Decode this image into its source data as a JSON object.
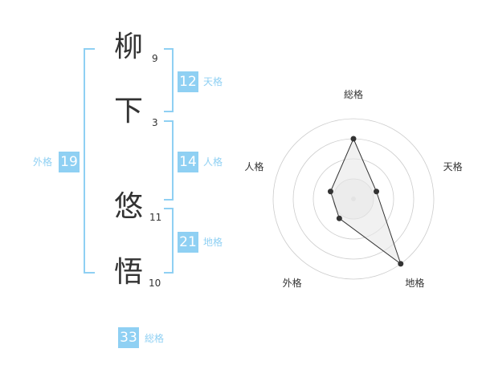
{
  "name": {
    "characters": [
      {
        "char": "柳",
        "strokes": "9"
      },
      {
        "char": "下",
        "strokes": "3"
      },
      {
        "char": "悠",
        "strokes": "11"
      },
      {
        "char": "悟",
        "strokes": "10"
      }
    ]
  },
  "fortunes": {
    "tenkaku": {
      "label": "天格",
      "value": "12"
    },
    "jinkaku": {
      "label": "人格",
      "value": "14"
    },
    "chikaku": {
      "label": "地格",
      "value": "21"
    },
    "gaikaku": {
      "label": "外格",
      "value": "19"
    },
    "soukaku": {
      "label": "総格",
      "value": "33"
    }
  },
  "colors": {
    "accent": "#8fd0f3",
    "text": "#333333",
    "grid": "#cccccc",
    "area": "#e8e8e8"
  },
  "chart_data": {
    "type": "radar",
    "axes": [
      "総格",
      "天格",
      "地格",
      "外格",
      "人格"
    ],
    "values": [
      0.75,
      0.3,
      1.0,
      0.3,
      0.3
    ],
    "rings": 4,
    "grid": true
  }
}
